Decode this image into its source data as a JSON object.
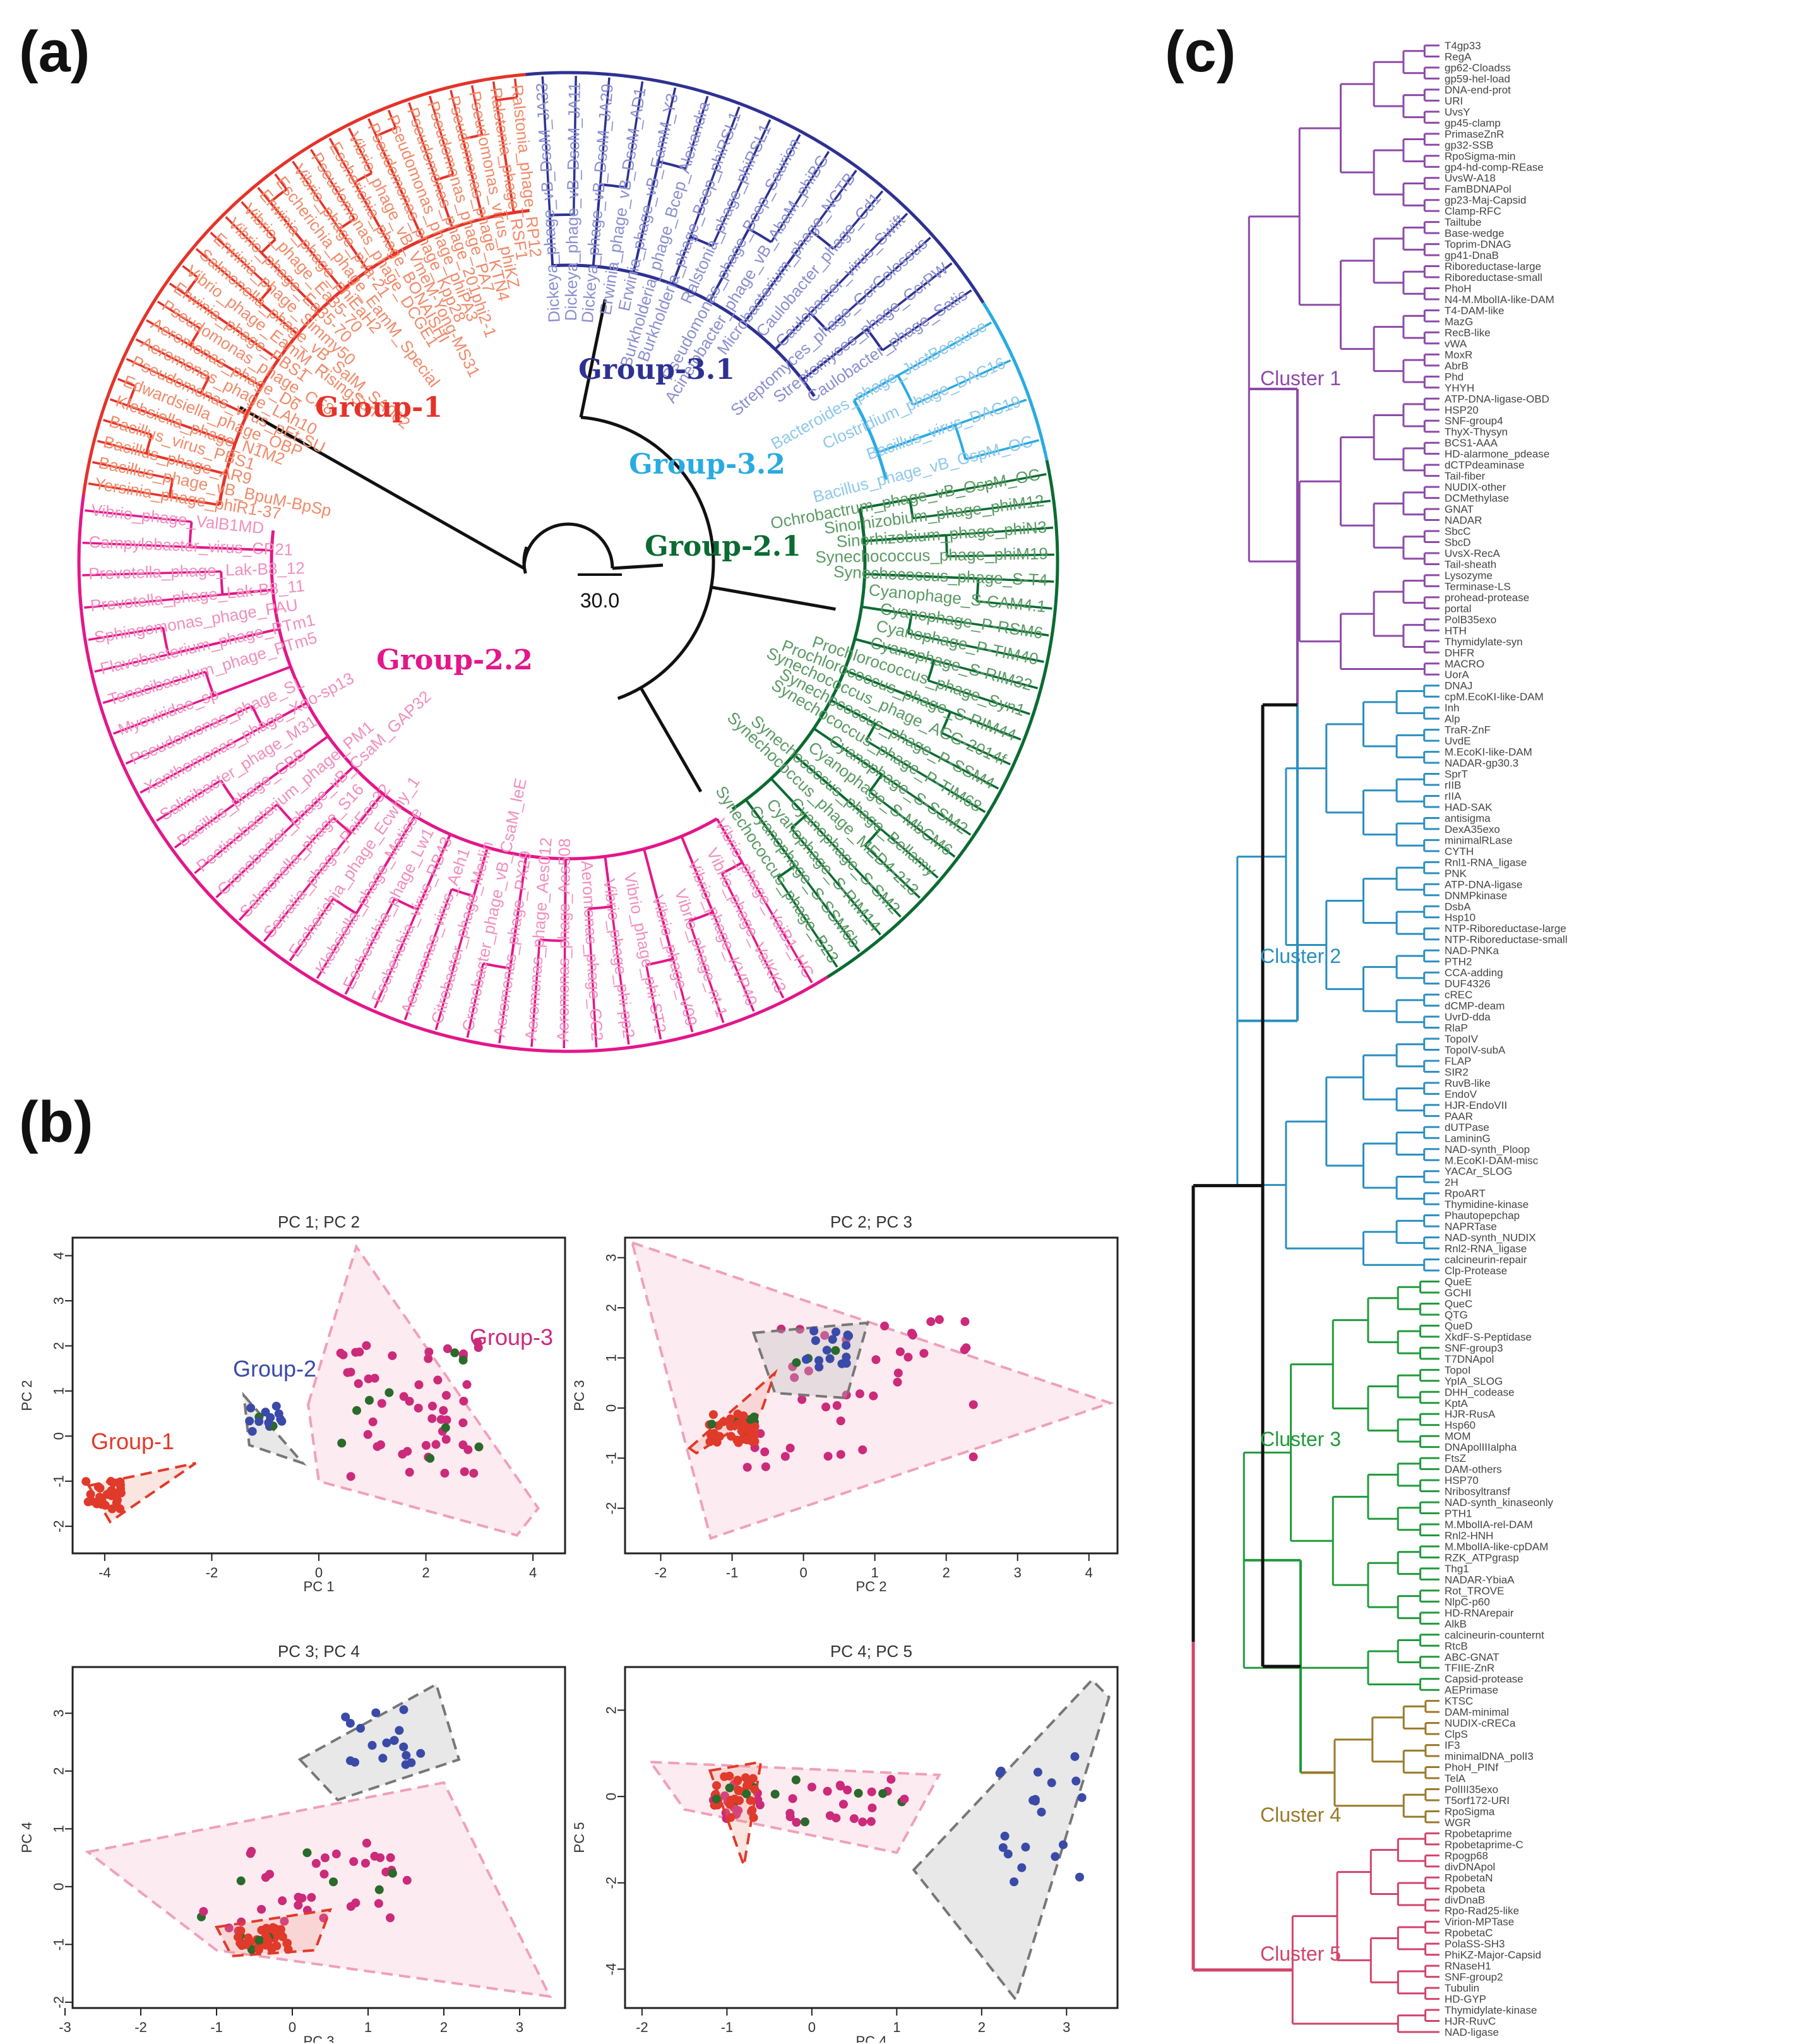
{
  "panel_labels": {
    "a": "(a)",
    "b": "(b)",
    "c": "(c)"
  },
  "colors": {
    "group1": "#e5332a",
    "group1_leaf": "#f08a6a",
    "group31": "#2e3192",
    "group31_leaf": "#8b8fd0",
    "group32": "#29abe2",
    "group32_leaf": "#8fc8ea",
    "group21": "#0b6b32",
    "group21_leaf": "#5a9a64",
    "group22": "#e4168a",
    "group22_leaf": "#f08fbd",
    "cluster1": "#8e4aa8",
    "cluster2": "#2a8fc0",
    "cluster3": "#229a3c",
    "cluster4": "#9a7a2a",
    "cluster5": "#d2446a",
    "pca_red": "#e03a2a",
    "pca_blue": "#3a4aa8",
    "pca_pink": "#cc2a7a",
    "pca_green": "#2a6a2a"
  },
  "tree_a": {
    "scale_label": "30.0",
    "groups": [
      {
        "key": "group1",
        "label": "Group-1",
        "start": 180,
        "end": 288,
        "leaves": [
          "Yersinia_phage_phiR1-37",
          "Bacillus_phage_vB_BpuM-BpSp",
          "Bacillus_phage_AR9",
          "Bacillus_virus_PBS1",
          "Klebsiella_phage_N1M2",
          "Edwardsiella_phage_OBP",
          "Pseudomonas_virus_pEt-SU",
          "Aeromonas_phage_LAh10",
          "Aeromonas_phage_D6",
          "Pseudomonas_phage_CF8",
          "Erwinia_phage_PBS1",
          "Vibrio_phage_EamM_RisingSun",
          "Salmonella_phage_vB_SalM_SA002",
          "Erwinia_phage_Simmy50",
          "Vibrio_phage_Ea35-70",
          "Vibrio_phage_Ea35-70",
          "Erwinia_phage_phiEaH2",
          "Escherichia_phage_EamM_Special",
          "Vibrio_phage_pVa-21",
          "Pseudomonas_phage_DCGE1",
          "Escherichia_phage_BONAISHI",
          "Vibrio_phage_vB_VmeM-Yong-MS31",
          "Pseudomonas_phage_Kpp28",
          "Pseudomonas_phage_phiPA3",
          "Pseudomonas_phage_201phi2-1",
          "Pseudomonas_phage_PA7",
          "Pseudomonas_phage_KTN4",
          "Pseudomonas_virus_phiKZ",
          "Ralstonia_phage_RSF1",
          "Ralstonia_phage_RP12"
        ]
      },
      {
        "key": "group31",
        "label": "Group-3.1",
        "start": 288,
        "end": 345,
        "leaves": [
          "Dickeya_phage_vB_DsoM_JA33",
          "Dickeya_phage_vB_DsoM_JA11",
          "Dickeya_phage_vB_DsoM_JA29",
          "Erwinia_phage_vB_DsoM_AD1",
          "Erwinia_phage_vB_EamM_Y3",
          "Burkholderia_phage_Bcep_Alexandra",
          "Burkholderia_phage_Bcep_phiRSL1",
          "Ralstonia_phage_phiRSL1",
          "Pseudomonas_phage_Bcep_Saurion",
          "Acinetobacter_phage_vB_AbaM_phiBG",
          "Microbacterium_phage_NCTB",
          "Caulobacter_phage_Cd1",
          "Caulobacter_virus_Swift",
          "Streptomyces_phage_CcrColossus",
          "Streptomyces_phage_CcrPW",
          "Caulobacter_phage_Satis"
        ]
      },
      {
        "key": "group32",
        "label": "Group-3.2",
        "start": 345,
        "end": 360,
        "leaves": [
          "Bacteroides_phage_JustBecause",
          "Clostridium_phage_DAC16",
          "Bacillus_virus_DAC19",
          "Bacillus_phage_vB_OspM_OC"
        ]
      },
      {
        "key": "group21",
        "label": "Group-2.1",
        "start": 0,
        "end": 64,
        "leaves": [
          "Ochrobactrum_phage_vB_OspM_OC",
          "Sinorhizobium_phage_phiM12",
          "Sinorhizobium_phage_phiN3",
          "Synechococcus_phage_phiM19",
          "Synechococcus_phage_S-T4",
          "Cyanophage_S-CAM4.1",
          "Cyanophage_P-RSM6",
          "Cyanophage_P-TIM40",
          "Cyanophage_S-RIM32",
          "Prochlorococcus_phage_Syn1",
          "Prochlorococcus_phage_S-RIM44",
          "Synechococcus_phage_ACG-2014f",
          "Synechococcus_phage_P-SSM4",
          "Synechococcus_phage_P-TIM68",
          "Cyanophage_S-SSM2",
          "Cyanophage_S-MbCM6",
          "Synechococcus_phage_Bellamy",
          "Synechococcus_phage_MED4-213",
          "Cyanophage_S-SM2",
          "Cyanophage_S-RIM14",
          "Cyanophage_S-SSM6b",
          "Synechococcus_phage_B23"
        ]
      },
      {
        "key": "group22",
        "label": "Group-2.2",
        "start": 64,
        "end": 180,
        "leaves": [
          "Vibrio_phage_VaiB1_HC",
          "Vibrio_phage_ValKK3",
          "Vibrio_phage_KVP40",
          "Vibrio_phage_nt-1",
          "Vibrio_phage_V09",
          "Vibrio_phage_phi-ST2",
          "Vibrio_phage_phi-pp2",
          "Aeromonas_phage_CC2",
          "Aeromonas_phage_Aes508",
          "Aeromonas_phage_Aes012",
          "Aeromonas_phage_PX29",
          "Cronobacter_phage_vB_CsaM_leE",
          "Citrobacter_phage_Merlin",
          "Aeromonas_virus_Aeh1",
          "Escherichia_virus_RB43",
          "Escherichia_phage_Lw1",
          "Klebsiella_phage_Matisse",
          "Escherichia_phage_Ecwhy_1",
          "Serratia_phage_PhiEco32",
          "Salmonella_phage_S16",
          "Cronobacter_phage_vB_CsaM_GAP32",
          "Pectinobacterium_phage_PM1",
          "Bacillus_phage_CBB",
          "Salinibacter_phage_M31",
          "Xanthomonas_phage_Xoo-sp13",
          "Pseudomonas_phage_SL",
          "Myoviridae_sp",
          "Tenacibaculum_phage_PTm5",
          "Flavobacterium_phage_PTm1",
          "Sphingomonas_phage_PAU",
          "Prevotella_phage_Lak-B8_11",
          "Prevotella_phage_Lak-B8_12",
          "Campylobacter_virus_CP21",
          "Vibrio_phage_ValB1MD"
        ]
      }
    ]
  },
  "pca": {
    "x_axis_labels": [
      "PC 1",
      "PC 2",
      "PC 3",
      "PC 4"
    ],
    "plots": [
      {
        "title": "PC 1; PC 2",
        "xlabel": "PC 1",
        "ylabel": "PC 2",
        "xticks": [
          "-4",
          "-2",
          "0",
          "2",
          "4"
        ],
        "yticks": [
          "-2",
          "-1",
          "0",
          "1",
          "2",
          "3",
          "4"
        ],
        "labels": [
          "Group-1",
          "Group-2",
          "Group-3"
        ]
      },
      {
        "title": "PC 2; PC 3",
        "xlabel": "PC 2",
        "ylabel": "PC 3",
        "xticks": [
          "-2",
          "-1",
          "0",
          "1",
          "2",
          "3",
          "4"
        ],
        "yticks": [
          "-2",
          "-1",
          "0",
          "1",
          "2",
          "3"
        ]
      },
      {
        "title": "PC 3; PC 4",
        "xlabel": "PC 3",
        "ylabel": "PC 4",
        "xticks": [
          "-3",
          "-2",
          "-1",
          "0",
          "1",
          "2",
          "3"
        ],
        "yticks": [
          "-2",
          "-1",
          "0",
          "1",
          "2",
          "3"
        ]
      },
      {
        "title": "PC 4; PC 5",
        "xlabel": "PC 4",
        "ylabel": "PC 5",
        "xticks": [
          "-2",
          "-1",
          "0",
          "1",
          "2",
          "3"
        ],
        "yticks": [
          "-4",
          "-2",
          "0",
          "2"
        ]
      }
    ]
  },
  "dendrogram_c": {
    "clusters": [
      {
        "key": "cluster1",
        "label": "Cluster 1",
        "leaves": [
          "T4gp33",
          "RegA",
          "gp62-Cloadss",
          "gp59-hel-load",
          "DNA-end-prot",
          "URI",
          "UvsY",
          "gp45-clamp",
          "PrimaseZnR",
          "gp32-SSB",
          "RpoSigma-min",
          "gp4-hd-comp-REase",
          "UvsW-A18",
          "FamBDNAPol",
          "gp23-Maj-Capsid",
          "Clamp-RFC",
          "Tailtube",
          "Base-wedge",
          "Toprim-DNAG",
          "gp41-DnaB",
          "Riboreductase-large",
          "Riboreductase-small",
          "PhoH",
          "N4-M.MbolIA-like-DAM",
          "T4-DAM-like",
          "MazG",
          "RecB-like",
          "vWA",
          "MoxR",
          "AbrB",
          "Phd",
          "YHYH",
          "ATP-DNA-ligase-OBD",
          "HSP20",
          "SNF-group4",
          "ThyX-Thysyn",
          "BCS1-AAA",
          "HD-alarmone_pdease",
          "dCTPdeaminase",
          "Tail-fiber",
          "NUDIX-other",
          "DCMethylase",
          "GNAT",
          "NADAR",
          "SbcC",
          "SbcD",
          "UvsX-RecA",
          "Tail-sheath",
          "Lysozyme",
          "Terminase-LS",
          "prohead-protease",
          "portal",
          "PolB35exo",
          "HTH",
          "Thymidylate-syn",
          "DHFR",
          "MACRO",
          "UorA"
        ]
      },
      {
        "key": "cluster2",
        "label": "Cluster 2",
        "leaves": [
          "DNAJ",
          "cpM.EcoKI-like-DAM",
          "Inh",
          "Alp",
          "TraR-ZnF",
          "UvdE",
          "M.EcoKI-like-DAM",
          "NADAR-gp30.3",
          "SprT",
          "rIIB",
          "rIIA",
          "HAD-SAK",
          "antisigma",
          "DexA35exo",
          "minimalRLase",
          "CYTH",
          "Rnl1-RNA_ligase",
          "PNK",
          "ATP-DNA-ligase",
          "DNMPkinase",
          "DsbA",
          "Hsp10",
          "NTP-Riboreductase-large",
          "NTP-Riboreductase-small",
          "NAD-PNKa",
          "PTH2",
          "CCA-adding",
          "DUF4326",
          "cREC",
          "dCMP-deam",
          "UvrD-dda",
          "RlaP",
          "TopoIV",
          "TopoIV-subA",
          "FLAP",
          "SIR2",
          "RuvB-like",
          "EndoV",
          "HJR-EndoVII",
          "PAAR",
          "dUTPase",
          "LamininG",
          "NAD-synth_Ploop",
          "M.EcoKI-DAM-misc",
          "YACAr_SLOG",
          "2H",
          "RpoART",
          "Thymidine-kinase",
          "Phautopepchap",
          "NAPRTase",
          "NAD-synth_NUDIX",
          "Rnl2-RNA_ligase",
          "calcineurin-repair",
          "Clp-Protease"
        ]
      },
      {
        "key": "cluster3",
        "label": "Cluster 3",
        "leaves": [
          "QueE",
          "GCHI",
          "QueC",
          "QTG",
          "QueD",
          "XkdF-S-Peptidase",
          "SNF-group3",
          "T7DNApol",
          "TopoI",
          "YpIA_SLOG",
          "DHH_codease",
          "KptA",
          "HJR-RusA",
          "Hsp60",
          "MOM",
          "DNApolIIIalpha",
          "FtsZ",
          "DAM-others",
          "HSP70",
          "Nribosyltransf",
          "NAD-synth_kinaseonly",
          "PTH1",
          "M.MbolIA-rel-DAM",
          "Rnl2-HNH",
          "M.MbolIA-like-cpDAM",
          "RZK_ATPgrasp",
          "Thg1",
          "NADAR-YbiaA",
          "Rot_TROVE",
          "NlpC-p60",
          "HD-RNArepair",
          "AlkB",
          "calcineurin-counternt",
          "RtcB",
          "ABC-GNAT",
          "TFIIE-ZnR",
          "Capsid-protease",
          "AEPrimase"
        ]
      },
      {
        "key": "cluster4",
        "label": "Cluster 4",
        "leaves": [
          "KTSC",
          "DAM-minimal",
          "NUDIX-cRECa",
          "ClpS",
          "IF3",
          "minimalDNA_polI3",
          "PhoH_PINf",
          "TelA",
          "PolIII35exo",
          "T5orf172-URI",
          "RpoSigma",
          "WGR"
        ]
      },
      {
        "key": "cluster5",
        "label": "Cluster 5",
        "leaves": [
          "Rpobetaprime",
          "Rpobetaprime-C",
          "Rpogp68",
          "divDNApol",
          "RpobetaN",
          "Rpobeta",
          "divDnaB",
          "Rpo-Rad25-like",
          "Virion-MPTase",
          "RpobetaC",
          "PolaSS-SH3",
          "PhiKZ-Major-Capsid",
          "RNaseH1",
          "SNF-group2",
          "Tubulin",
          "HD-GYP",
          "Thymidylate-kinase",
          "HJR-RuvC",
          "NAD-ligase"
        ]
      }
    ]
  }
}
